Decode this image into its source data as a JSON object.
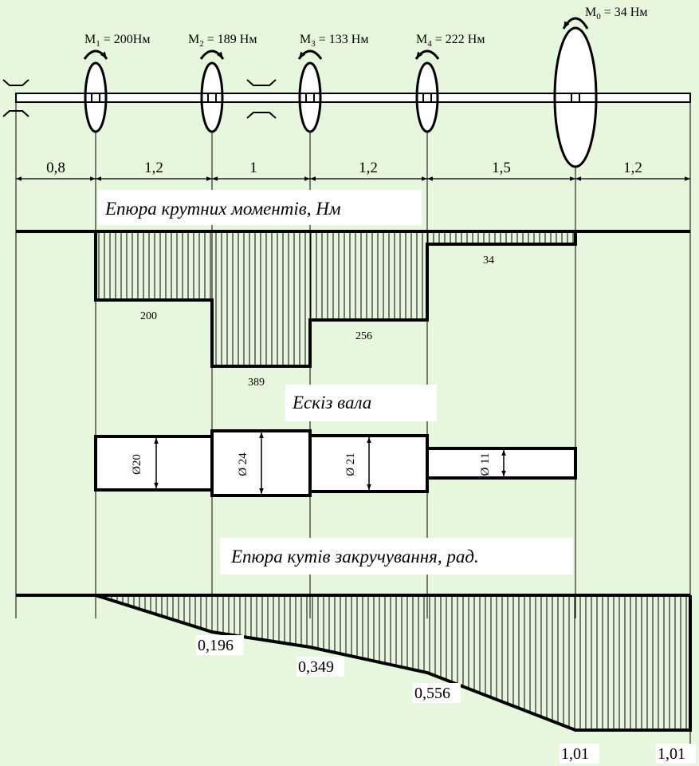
{
  "colors": {
    "background": "#e6f7dd",
    "stroke": "#000000",
    "label_box": "#ffffff"
  },
  "torques": [
    {
      "sym": "M",
      "sub": "1",
      "eq": " = 200Нм"
    },
    {
      "sym": "M",
      "sub": "2",
      "eq": " =  189 Нм"
    },
    {
      "sym": "M",
      "sub": "3",
      "eq": " =  133 Нм"
    },
    {
      "sym": "M",
      "sub": "4",
      "eq": " =  222 Нм"
    },
    {
      "sym": "M",
      "sub": "0",
      "eq": " =  34 Нм"
    }
  ],
  "segment_lengths": [
    "0,8",
    "1,2",
    "1",
    "1,2",
    "1,5",
    "1,2"
  ],
  "torque_diagram": {
    "title": "Епюра крутних моментів, Нм",
    "labels": [
      "200",
      "389",
      "256",
      "34"
    ]
  },
  "shaft_sketch": {
    "title": "Ескіз вала",
    "diameters": [
      "Ø20",
      "Ø 24",
      "Ø 21",
      "Ø 11"
    ]
  },
  "angle_diagram": {
    "title": "Епюра кутів закручування, рад.",
    "labels": [
      "0,196",
      "0,349",
      "0,556",
      "1,01",
      "1,01"
    ]
  }
}
